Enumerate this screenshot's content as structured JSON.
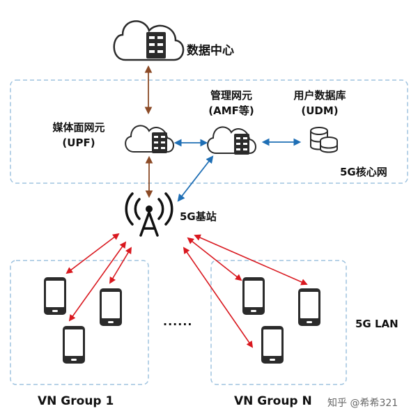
{
  "nodes": {
    "data_center": "数据中心",
    "upf_line1": "媒体面网元",
    "upf_line2": "(UPF)",
    "amf_line1": "管理网元",
    "amf_line2": "(AMF等)",
    "udm_line1": "用户数据库",
    "udm_line2": "(UDM)",
    "core_network": "5G核心网",
    "base_station": "5G基站",
    "lan": "5G LAN",
    "ellipsis": "......",
    "group_1": "VN Group 1",
    "group_n": "VN Group N"
  },
  "watermark": "知乎 @希希321",
  "colors": {
    "dashed_border": "#9fc3df",
    "brown_link": "#8b4a26",
    "blue_link": "#1f6fb5",
    "red_link": "#d9181f",
    "icon_dark": "#2b2b2b"
  }
}
